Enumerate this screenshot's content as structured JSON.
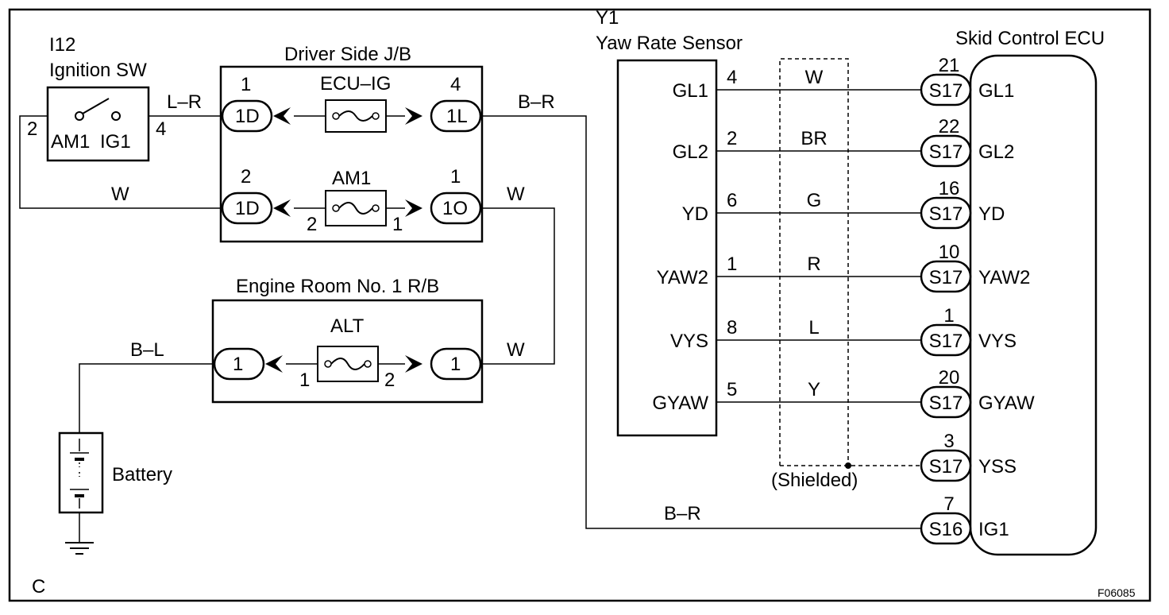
{
  "diagram": {
    "figure_code": "F06085",
    "corner_label": "C",
    "ignition_sw": {
      "code": "I12",
      "name": "Ignition SW",
      "terminal_am1": "AM1",
      "terminal_ig1": "IG1",
      "pin_am1": "2",
      "pin_ig1": "4",
      "wire_out": "L–R"
    },
    "driver_jb": {
      "name": "Driver Side J/B",
      "fuse_ecu_ig": "ECU–IG",
      "fuse_am1": "AM1",
      "conn_1d_a": "1D",
      "conn_1d_a_pin": "1",
      "conn_1l": "1L",
      "conn_1l_pin": "4",
      "conn_1d_b": "1D",
      "conn_1d_b_pin": "2",
      "conn_1o": "1O",
      "conn_1o_pin": "1",
      "am1_fuse_left_pin": "2",
      "am1_fuse_right_pin": "1"
    },
    "engine_rb": {
      "name": "Engine Room No. 1 R/B",
      "fuse_alt": "ALT",
      "conn_left": "1",
      "conn_right": "1",
      "fuse_left_pin": "1",
      "fuse_right_pin": "2"
    },
    "wires": {
      "am1_to_jb": "W",
      "jb_to_alt": "W",
      "battery_wire": "B–L",
      "ecu_ig_out": "B–R",
      "ig1_feed": "B–R"
    },
    "battery": {
      "name": "Battery"
    },
    "yaw_sensor": {
      "code": "Y1",
      "name": "Yaw Rate Sensor",
      "terminals": [
        {
          "name": "GL1",
          "pin": "4",
          "wire": "W"
        },
        {
          "name": "GL2",
          "pin": "2",
          "wire": "BR"
        },
        {
          "name": "YD",
          "pin": "6",
          "wire": "G"
        },
        {
          "name": "YAW2",
          "pin": "1",
          "wire": "R"
        },
        {
          "name": "VYS",
          "pin": "8",
          "wire": "L"
        },
        {
          "name": "GYAW",
          "pin": "5",
          "wire": "Y"
        }
      ]
    },
    "shield_label": "(Shielded)",
    "ecu": {
      "name": "Skid Control ECU",
      "terminals": [
        {
          "pin": "21",
          "conn": "S17",
          "name": "GL1"
        },
        {
          "pin": "22",
          "conn": "S17",
          "name": "GL2"
        },
        {
          "pin": "16",
          "conn": "S17",
          "name": "YD"
        },
        {
          "pin": "10",
          "conn": "S17",
          "name": "YAW2"
        },
        {
          "pin": "1",
          "conn": "S17",
          "name": "VYS"
        },
        {
          "pin": "20",
          "conn": "S17",
          "name": "GYAW"
        },
        {
          "pin": "3",
          "conn": "S17",
          "name": "YSS"
        },
        {
          "pin": "7",
          "conn": "S16",
          "name": "IG1"
        }
      ]
    }
  }
}
